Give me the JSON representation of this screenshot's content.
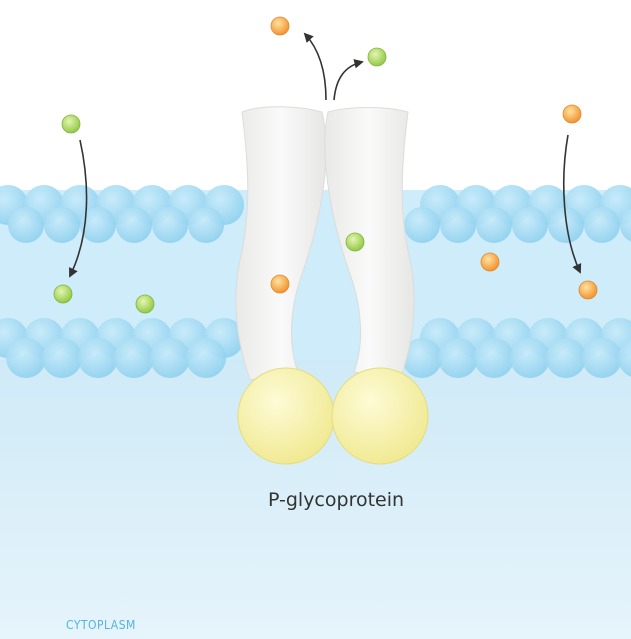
{
  "labels": {
    "protein": "P-glycoprotein",
    "compartment": "CYTOPLASM"
  },
  "colors": {
    "background": "#ffffff",
    "cytoplasm": "#d6eef8",
    "lipid_head": "#9bd6f1",
    "lipid_tail": "#c5e9f8",
    "transporter_body": "#f3f3f2",
    "nucleotide_binding_domain": "#f6f1a3",
    "substrate_green": "#a6d35b",
    "substrate_orange": "#f5a944",
    "arrow": "#333333",
    "label_text": "#333333",
    "compartment_text": "#55b3dd"
  },
  "molecules": [
    {
      "name": "substrate-green",
      "color": "green"
    },
    {
      "name": "substrate-orange",
      "color": "orange"
    }
  ]
}
